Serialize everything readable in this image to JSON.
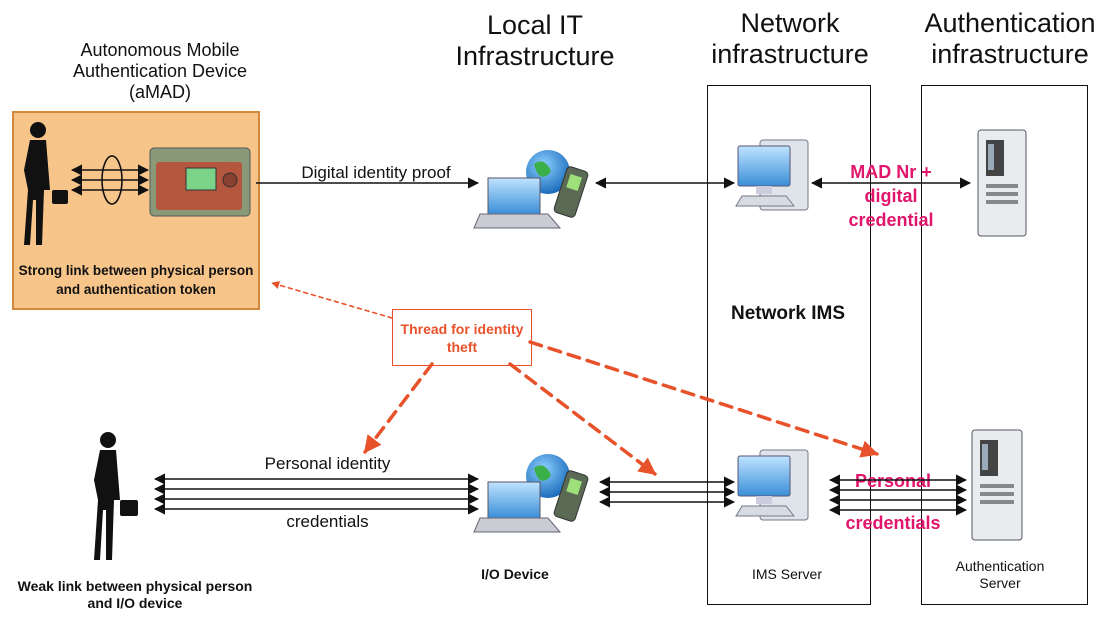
{
  "headers": {
    "amad": "Autonomous Mobile Authentication Device (aMAD)",
    "local_it": "Local IT Infrastructure",
    "network": "Network infrastructure",
    "auth": "Authentication infrastructure"
  },
  "amad_box": {
    "caption": "Strong link between physical person and authentication token"
  },
  "top_flow": {
    "label": "Digital identity proof",
    "mad_label": "MAD Nr + digital credential"
  },
  "network_box": {
    "label": "Network IMS"
  },
  "threat_box": {
    "label": "Thread for identity theft"
  },
  "bottom_flow": {
    "label_top": "Personal identity",
    "label_bottom": "credentials",
    "personal_label": "Personal credentials"
  },
  "captions": {
    "weak_link": "Weak link between physical person and I/O device",
    "io_device": "I/O Device",
    "ims_server": "IMS Server",
    "auth_server": "Authentication Server"
  },
  "colors": {
    "amad_bg": "#f7c48a",
    "threat": "#e8522a",
    "highlight": "#e0156b"
  }
}
